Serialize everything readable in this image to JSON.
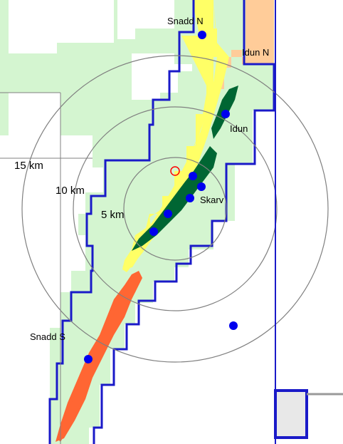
{
  "colors": {
    "license_fill": "#d4f5d0",
    "block_boundary": "#1a1ac8",
    "oil_zone": "#ff6633",
    "gas_zone": "#ffff66",
    "green_zone": "#006633",
    "peach_zone": "#ffcc99",
    "well_marker": "#0000ee",
    "center_marker": "#ff0000",
    "range_rings": "#808080"
  },
  "labels": {
    "snadd_n": "Snadd N",
    "idun_n": "Idun N",
    "idun": "Idun",
    "skarv": "Skarv",
    "snadd_s": "Snadd S"
  },
  "range_rings": {
    "r5": "5 km",
    "r10": "10 km",
    "r15": "15 km"
  },
  "icons": {
    "well": "well-marker-icon",
    "center": "center-circle-icon"
  }
}
